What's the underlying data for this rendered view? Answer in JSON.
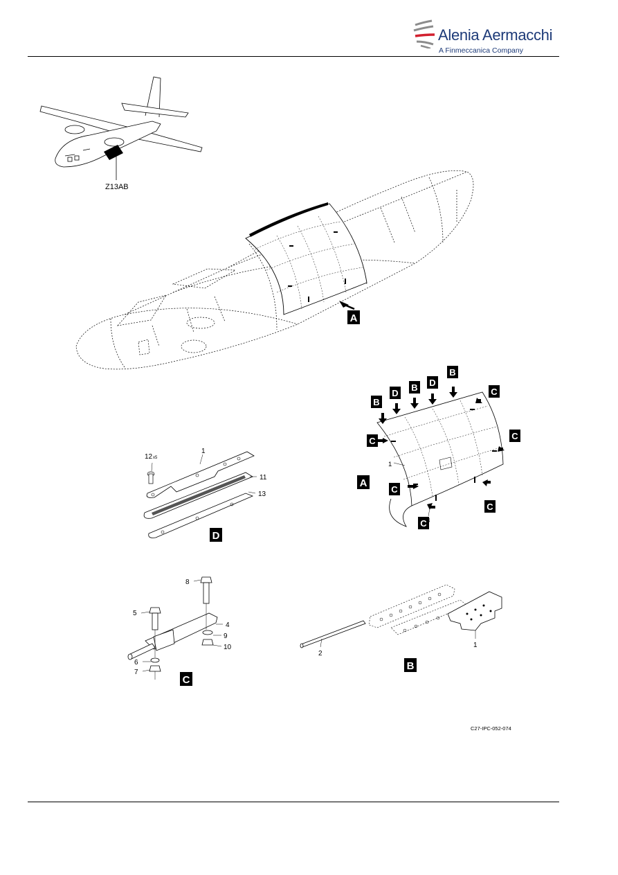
{
  "header": {
    "company": "Alenia Aermacchi",
    "tagline": "A Finmeccanica Company",
    "logo_icon": "alenia-swoosh-icon",
    "logo_colors": {
      "red": "#d2202f",
      "gray": "#8c8c8c",
      "navy": "#1d3a78"
    }
  },
  "locator": {
    "zone_label": "Z13AB"
  },
  "views": {
    "A": {
      "letter": "A",
      "parts": [
        "1",
        "3"
      ]
    },
    "B": {
      "letter": "B",
      "parts": [
        "2",
        "1"
      ]
    },
    "C": {
      "letter": "C",
      "parts": [
        "8",
        "5",
        "4",
        "9",
        "10",
        "6",
        "7"
      ]
    },
    "D": {
      "letter": "D",
      "parts": [
        "1",
        "11",
        "13"
      ],
      "fastener": "12",
      "fastener_qty": "x5"
    }
  },
  "figure_ref": "C27-IPC-052-074"
}
